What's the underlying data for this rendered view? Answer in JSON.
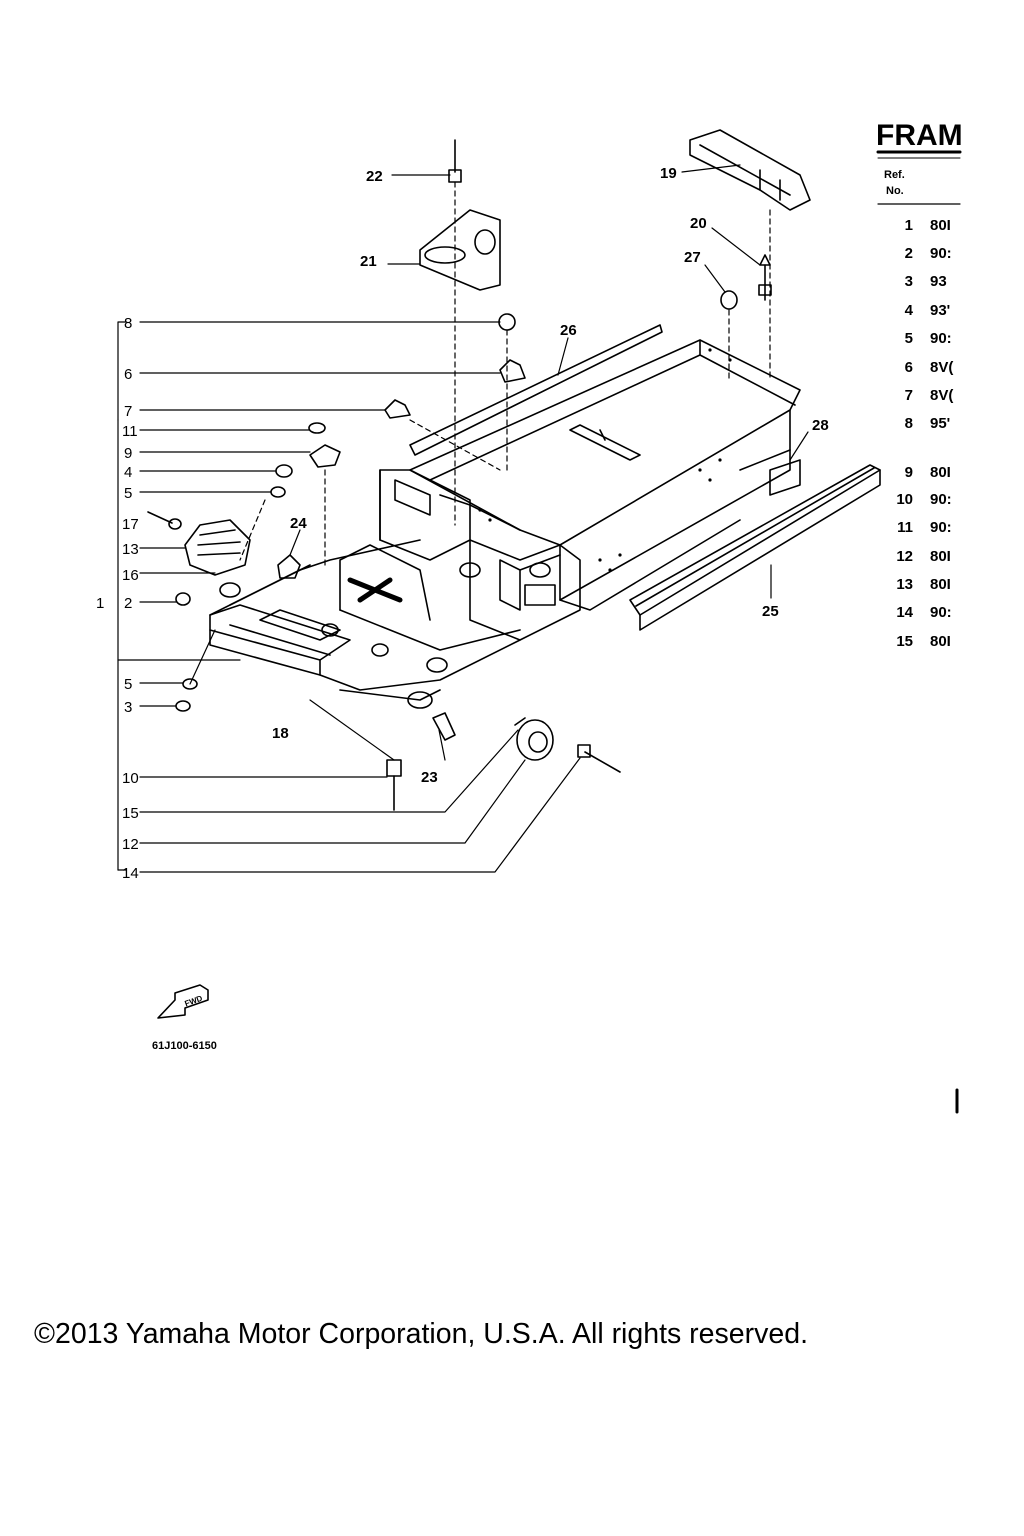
{
  "page": {
    "title": "FRAM",
    "diagram_code": "61J100-6150",
    "copyright": "©2013 Yamaha Motor Corporation, U.S.A. All rights reserved."
  },
  "table": {
    "header_ref": "Ref.",
    "header_no": "No.",
    "rows": [
      {
        "ref": "1",
        "part": "80I"
      },
      {
        "ref": "2",
        "part": "90:"
      },
      {
        "ref": "3",
        "part": "93"
      },
      {
        "ref": "4",
        "part": "93'"
      },
      {
        "ref": "5",
        "part": "90:"
      },
      {
        "ref": "6",
        "part": "8V("
      },
      {
        "ref": "7",
        "part": "8V("
      },
      {
        "ref": "8",
        "part": "95'"
      },
      {
        "ref": "9",
        "part": "80I"
      },
      {
        "ref": "10",
        "part": "90:"
      },
      {
        "ref": "11",
        "part": "90:"
      },
      {
        "ref": "12",
        "part": "80I"
      },
      {
        "ref": "13",
        "part": "80I"
      },
      {
        "ref": "14",
        "part": "90:"
      },
      {
        "ref": "15",
        "part": "80I"
      }
    ]
  },
  "callouts": {
    "c22": "22",
    "c21": "21",
    "c19": "19",
    "c20": "20",
    "c27": "27",
    "c26": "26",
    "c28": "28",
    "c24": "24",
    "c25": "25",
    "c18": "18",
    "c23": "23"
  },
  "left_labels": {
    "l8": "8",
    "l6": "6",
    "l7": "7",
    "l11": "11",
    "l9": "9",
    "l4": "4",
    "l5a": "5",
    "l17": "17",
    "l13": "13",
    "l16": "16",
    "l1": "1",
    "l2": "2",
    "l5b": "5",
    "l3": "3",
    "l10": "10",
    "l15": "15",
    "l12": "12",
    "l14": "14"
  },
  "fwd_icon": "FWD"
}
